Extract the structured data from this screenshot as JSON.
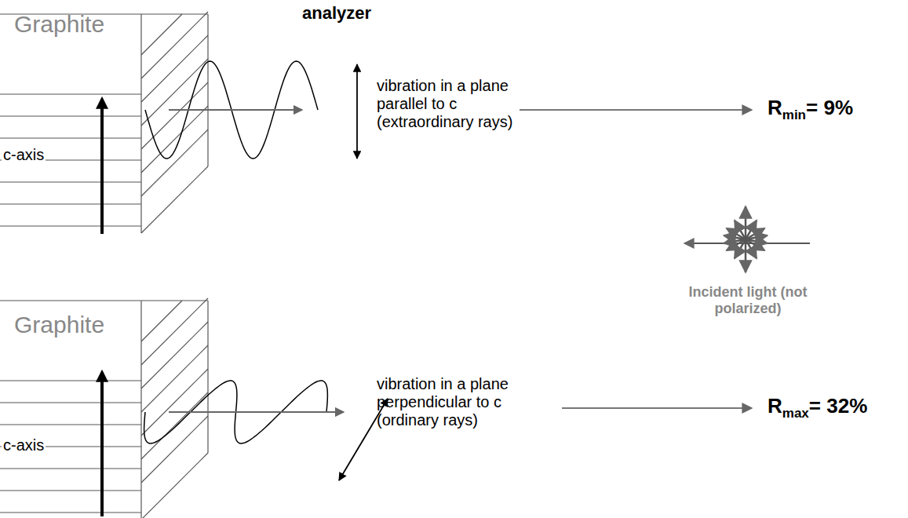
{
  "diagram": {
    "labels": [
      "analyzer",
      "Graphite",
      "c-axis",
      "vibration in a plane parallel to c (extraordinary rays)",
      "R",
      "min",
      "= 9%",
      "Incident light (not polarized)",
      "Graphite",
      "c-axis",
      "vibration in a plane perpendicular to c (ordinary rays)",
      "R",
      "max",
      "= 32%"
    ]
  }
}
